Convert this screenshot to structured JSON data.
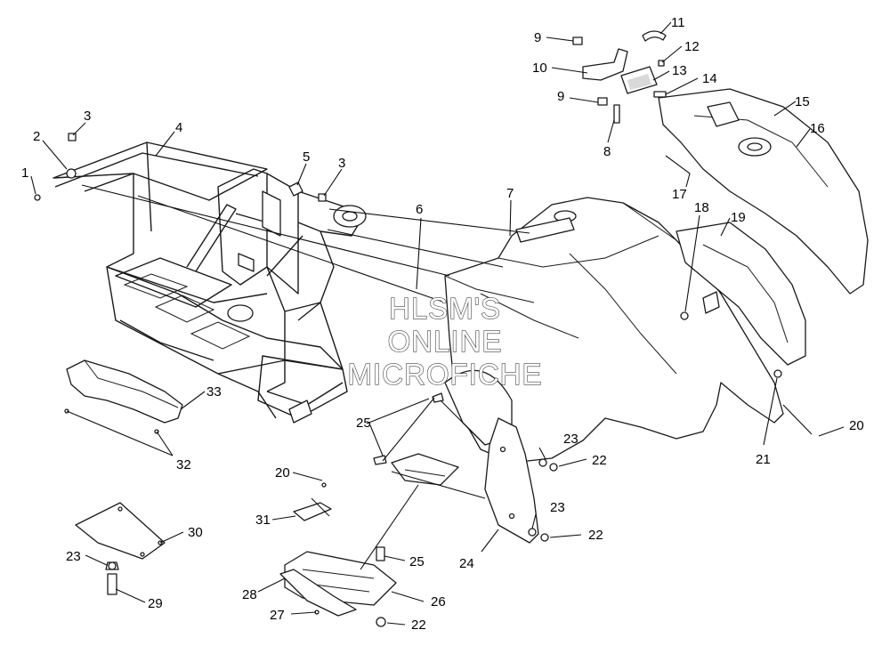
{
  "watermark": [
    "HLSM'S",
    "ONLINE",
    "MICROFICHE"
  ],
  "callouts": {
    "c1": "1",
    "c2": "2",
    "c3a": "3",
    "c3b": "3",
    "c4": "4",
    "c5": "5",
    "c6": "6",
    "c7": "7",
    "c8": "8",
    "c9a": "9",
    "c9b": "9",
    "c10": "10",
    "c11": "11",
    "c12": "12",
    "c13": "13",
    "c14": "14",
    "c15": "15",
    "c16": "16",
    "c17": "17",
    "c18": "18",
    "c19": "19",
    "c20a": "20",
    "c20b": "20",
    "c21": "21",
    "c22a": "22",
    "c22b": "22",
    "c22c": "22",
    "c23a": "23",
    "c23b": "23",
    "c23c": "23",
    "c24": "24",
    "c25a": "25",
    "c25b": "25",
    "c26": "26",
    "c27": "27",
    "c28": "28",
    "c29": "29",
    "c30": "30",
    "c31": "31",
    "c32": "32",
    "c33": "33"
  }
}
